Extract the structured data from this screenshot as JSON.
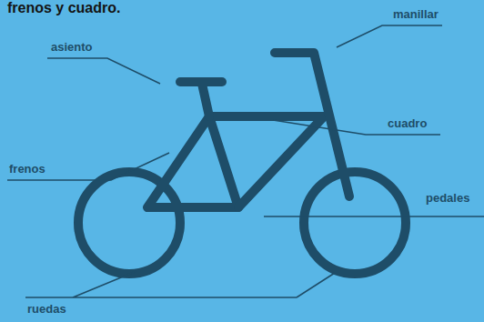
{
  "diagram": {
    "labels": [
      "frenos y cuadro.",
      "manillar",
      "asiento",
      "cuadro",
      "frenos",
      "pedales",
      "ruedas"
    ]
  }
}
